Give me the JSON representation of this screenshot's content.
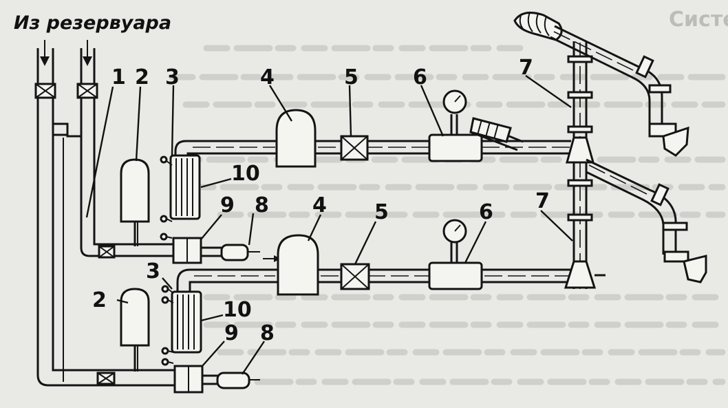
{
  "diagram": {
    "source_label": "Из резервуара",
    "callouts": [
      "1",
      "2",
      "3",
      "4",
      "5",
      "6",
      "7",
      "8",
      "9",
      "10"
    ]
  },
  "background_text": {
    "header_fragment": "Система"
  },
  "colors": {
    "ink": "#141414",
    "paper": "#e9e9e6",
    "fill": "#f4f4f1"
  }
}
